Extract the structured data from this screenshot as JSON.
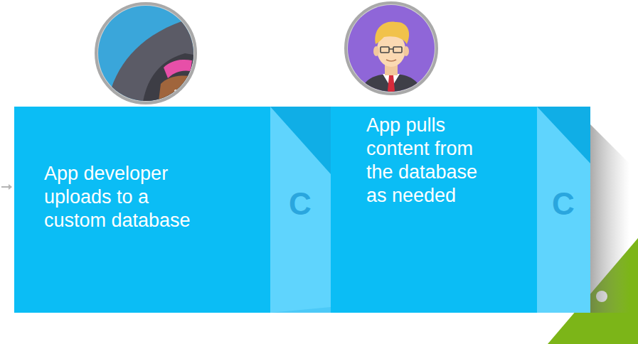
{
  "diagram": {
    "nodes": [
      {
        "text": [
          "App developer uploads to a custom database"
        ]
      },
      {
        "text": [
          "App pulls content from the database as needed"
        ]
      }
    ],
    "labels": [
      "C",
      "C"
    ]
  }
}
